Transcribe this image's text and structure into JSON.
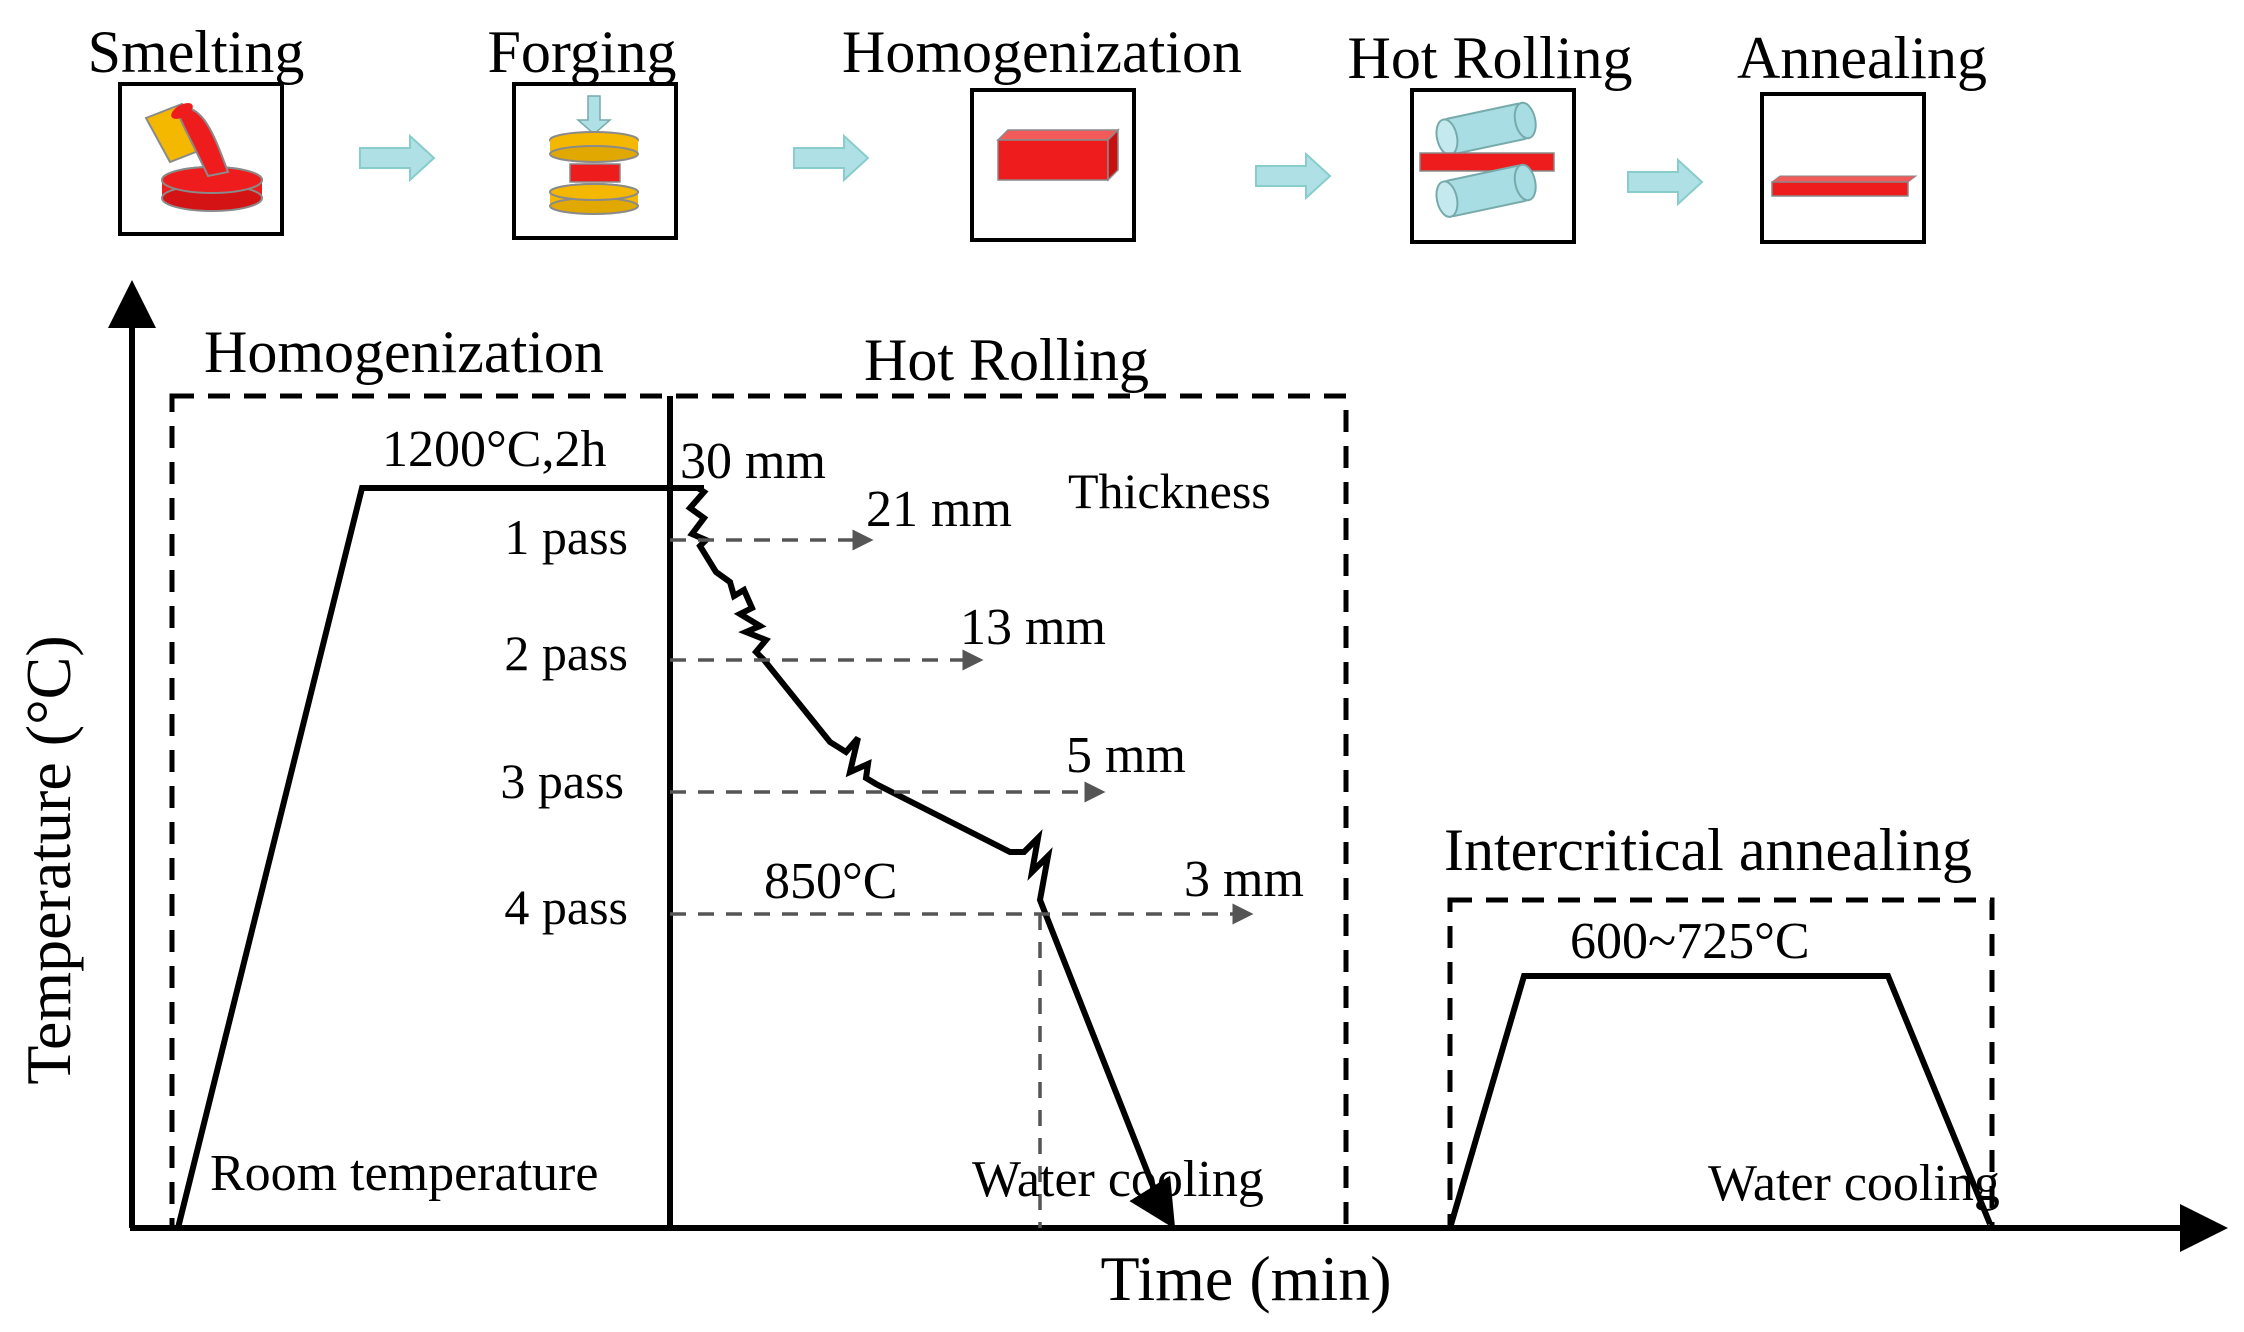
{
  "process_flow": {
    "steps": [
      {
        "label": "Smelting",
        "icon": "smelting-crucible-icon"
      },
      {
        "label": "Forging",
        "icon": "forging-press-icon"
      },
      {
        "label": "Homogenization",
        "icon": "homogenized-block-icon"
      },
      {
        "label": "Hot Rolling",
        "icon": "hot-rolling-rollers-icon"
      },
      {
        "label": "Annealing",
        "icon": "annealed-plate-icon"
      }
    ],
    "arrow_icon": "right-arrow-icon",
    "colors": {
      "workpiece": "#ee1c1c",
      "die": "#f5b800",
      "arrow": "#aee0e6",
      "roller": "#a9dde4"
    }
  },
  "schedule": {
    "axes": {
      "y_label": "Temperature  (°C)",
      "x_label": "Time (min)"
    },
    "homogenization": {
      "title": "Homogenization",
      "condition": "1200°C,2h",
      "start_note": "Room temperature"
    },
    "hot_rolling": {
      "title": "Hot Rolling",
      "thickness_header": "Thickness",
      "initial_thickness": "30 mm",
      "passes": [
        {
          "label": "1 pass",
          "thickness": "21 mm"
        },
        {
          "label": "2 pass",
          "thickness": "13 mm"
        },
        {
          "label": "3 pass",
          "thickness": "5 mm"
        },
        {
          "label": "4 pass",
          "thickness": "3 mm"
        }
      ],
      "finish_temperature": "850°C",
      "cooling": "Water cooling"
    },
    "annealing": {
      "title": "Intercritical annealing",
      "condition": "600~725°C",
      "cooling": "Water cooling"
    }
  }
}
